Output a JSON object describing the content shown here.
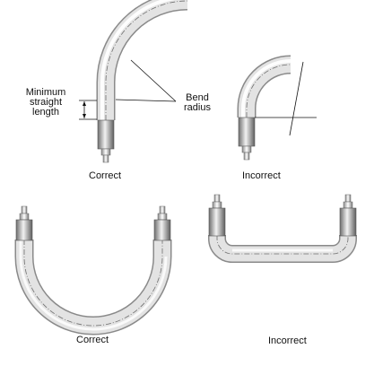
{
  "annotations": {
    "min_straight_length": [
      "Minimum",
      "straight",
      "length"
    ],
    "bend_radius": [
      "Bend",
      "radius"
    ]
  },
  "captions": {
    "top_left": "Correct",
    "top_right": "Incorrect",
    "bottom_left": "Correct",
    "bottom_right": "Incorrect"
  },
  "colors": {
    "hose_fill": "#e3e3e3",
    "hose_highlight": "#ffffff",
    "hose_outline": "#8a8a8a",
    "centerline": "#6f6f6f",
    "fitting_dark": "#6d6d6d",
    "fitting_light": "#f2f2f2",
    "line": "#111111"
  }
}
